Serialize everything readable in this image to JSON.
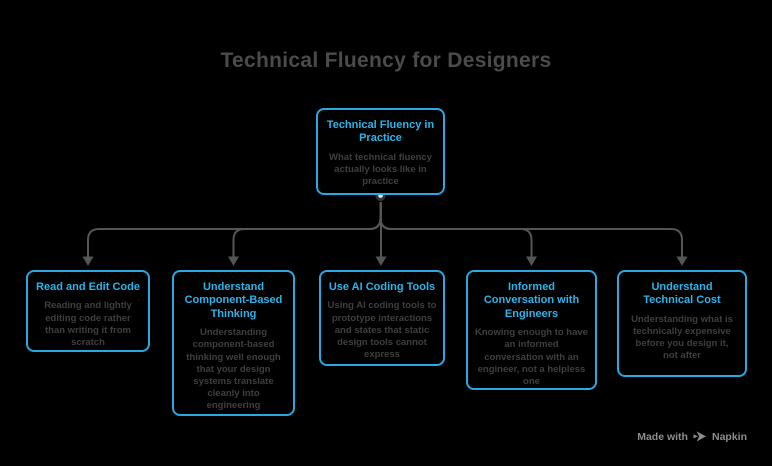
{
  "header": {
    "title": "Technical Fluency for Designers"
  },
  "tree": {
    "root": {
      "title": "Technical Fluency in Practice",
      "description": "What technical fluency actually looks like in practice"
    },
    "children": [
      {
        "title": "Read and Edit Code",
        "description": "Reading and lightly editing code rather than writing it from scratch"
      },
      {
        "title": "Understand Component-Based Thinking",
        "description": "Understanding component-based thinking well enough that your design systems translate cleanly into engineering"
      },
      {
        "title": "Use AI Coding Tools",
        "description": "Using AI coding tools to prototype interactions and states that static design tools cannot express"
      },
      {
        "title": "Informed Conversation with Engineers",
        "description": "Knowing enough to have an informed conversation with an engineer, not a helpless one"
      },
      {
        "title": "Understand Technical Cost",
        "description": "Understanding what is technically expensive before you design it, not after"
      }
    ]
  },
  "footer": {
    "made_with": "Made with",
    "brand": "Napkin"
  },
  "icons": {
    "napkin_logo": "napkin-logo-icon",
    "arrowhead": "arrow-down-icon",
    "root_dot": "connector-dot-icon"
  },
  "colors": {
    "background": "#000000",
    "node_border": "#29a9e1",
    "node_title": "#2bb3ea",
    "heading_text": "#4b4b4b",
    "body_text": "#3f3f3f",
    "connector": "#555555",
    "footer_text": "#8d8d8d"
  }
}
